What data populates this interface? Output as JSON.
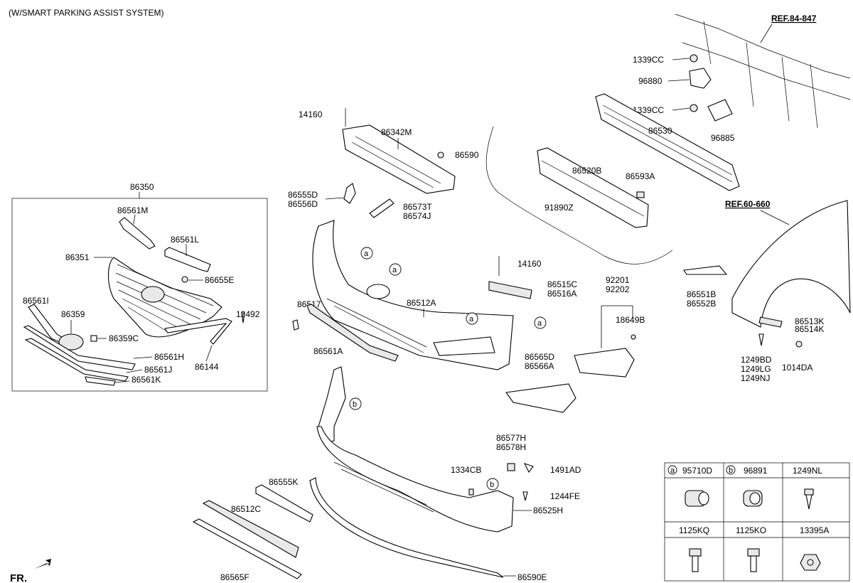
{
  "header": {
    "title": "(W/SMART PARKING ASSIST SYSTEM)"
  },
  "references": {
    "ref1": "REF.84-847",
    "ref2": "REF.60-660"
  },
  "direction": {
    "label": "FR."
  },
  "callouts": {
    "a": "a",
    "b": "b"
  },
  "inset_box": {
    "title": "86350"
  },
  "labels": {
    "p14160_top": "14160",
    "p86342M": "86342M",
    "p86590": "86590",
    "p86555D": "86555D",
    "p86556D": "86556D",
    "p86573T": "86573T",
    "p86574J": "86574J",
    "p86561M": "86561M",
    "p86561L": "86561L",
    "p86351": "86351",
    "p86655E": "86655E",
    "p86561I": "86561I",
    "p12492": "12492",
    "p86359": "86359",
    "p86359C": "86359C",
    "p86561H": "86561H",
    "p86144": "86144",
    "p86561J": "86561J",
    "p86561K": "86561K",
    "p86512A": "86512A",
    "p86517": "86517",
    "p86561A": "86561A",
    "p14160_mid": "14160",
    "p86515C": "86515C",
    "p86516A": "86516A",
    "p86565D": "86565D",
    "p86566A": "86566A",
    "p92201": "92201",
    "p92202": "92202",
    "p18649B": "18649B",
    "p1339CC_a": "1339CC",
    "p96880": "96880",
    "p1339CC_b": "1339CC",
    "p96885": "96885",
    "p86530": "86530",
    "p86520B": "86520B",
    "p86593A": "86593A",
    "p91890Z": "91890Z",
    "p86551B": "86551B",
    "p86552B": "86552B",
    "p86513K": "86513K",
    "p86514K": "86514K",
    "p1249BD": "1249BD",
    "p1249LG": "1249LG",
    "p1249NJ": "1249NJ",
    "p1014DA": "1014DA",
    "p86577H": "86577H",
    "p86578H": "86578H",
    "p1334CB": "1334CB",
    "p1491AD": "1491AD",
    "p1244FE": "1244FE",
    "p86525H": "86525H",
    "p86555K": "86555K",
    "p86512C": "86512C",
    "p86565F": "86565F",
    "p86590E": "86590E"
  },
  "legend_table": {
    "row1": [
      "95710D",
      "96891",
      "1249NL"
    ],
    "row2": [
      "1125KQ",
      "1125KO",
      "13395A"
    ],
    "marks": [
      "a",
      "b"
    ]
  }
}
